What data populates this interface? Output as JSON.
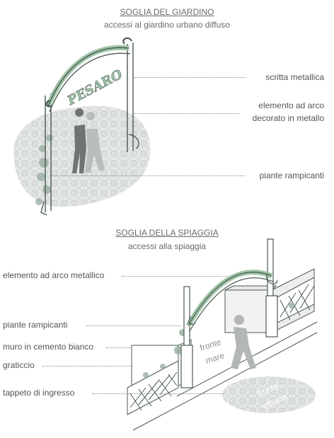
{
  "garden": {
    "title": "SOGLIA DEL GIARDINO",
    "subtitle": "accessi al giardino urbano diffuso",
    "inscription": "PESARO",
    "labels": {
      "metal_lettering": "scritta metallica",
      "arch_line1": "elemento ad arco",
      "arch_line2": "decorato in metallo",
      "climbers": "piante  rampicanti"
    }
  },
  "beach": {
    "title": "SOGLIA DELLA SPIAGGIA",
    "subtitle": "accessi alla spiaggia",
    "labels": {
      "metal_arch": "elemento ad arco metallico",
      "climbers": "piante  rampicanti",
      "white_wall": "muro in cemento bianco",
      "trellis": "graticcio",
      "entry_mat": "tappeto di ingresso"
    },
    "sea_front_line1": "fronte",
    "sea_front_line2": "mare",
    "urban_front_line1": "fronte",
    "urban_front_line2": "urbano"
  },
  "colors": {
    "ink": "#4a5a52",
    "green_metal": "#9ec2a6",
    "tile_grey": "#c9cecb"
  }
}
